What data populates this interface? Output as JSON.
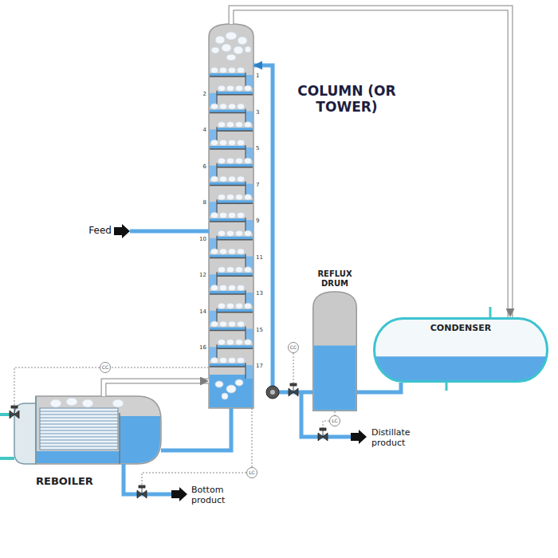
{
  "diagram": {
    "nodes": [
      {
        "text": [
          "1",
          "2",
          "3",
          "4",
          "5",
          "6",
          "7",
          "8",
          "9",
          "10",
          "11",
          "12",
          "13",
          "14",
          "15",
          "16",
          "17"
        ]
      },
      {
        "text": [
          "REFLUX DRUM"
        ]
      },
      {
        "text": [
          "CONDENSER"
        ]
      },
      {
        "text": [
          "CC"
        ]
      },
      {
        "text": [
          "CC"
        ]
      },
      {
        "text": [
          "REBOILER"
        ]
      },
      {
        "text": [
          "LC"
        ]
      },
      {
        "text": [
          "LC"
        ]
      }
    ],
    "edges": [
      {
        "from": 0,
        "to": 2,
        "arrow": "to"
      },
      {
        "from": 2,
        "to": 1,
        "arrow": "none"
      },
      {
        "from": 1,
        "to": 0,
        "arrow": "to"
      },
      {
        "from": 0,
        "to": 5,
        "arrow": "none"
      },
      {
        "from": 5,
        "to": 0,
        "arrow": "to"
      },
      {
        "from": 0,
        "to": 4,
        "arrow": "none"
      },
      {
        "from": 1,
        "to": 6,
        "arrow": "none"
      },
      {
        "from": 0,
        "to": 7,
        "arrow": "none"
      }
    ],
    "labels": [
      "COLUMN (OR TOWER)",
      "Feed",
      "Distillate product",
      "Bottom product"
    ]
  }
}
